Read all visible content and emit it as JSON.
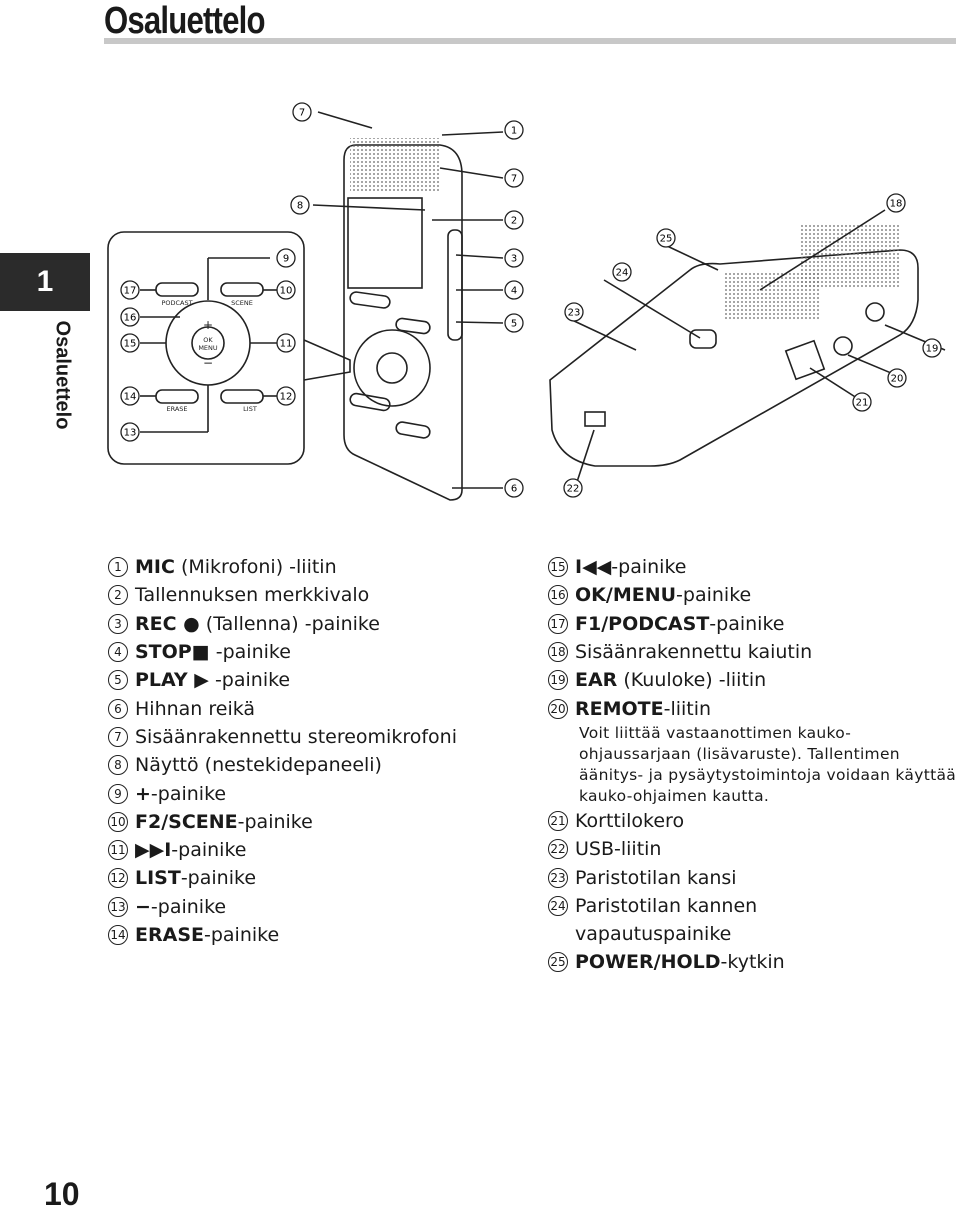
{
  "page": {
    "title": "Osaluettelo",
    "tab_number": "1",
    "tab_label": "Osaluettelo",
    "page_number": "10"
  },
  "figure": {
    "callouts": [
      "7",
      "1",
      "7",
      "8",
      "2",
      "9",
      "3",
      "10",
      "4",
      "17",
      "16",
      "5",
      "11",
      "15",
      "14",
      "12",
      "13",
      "6",
      "18",
      "25",
      "24",
      "23",
      "19",
      "20",
      "21",
      "22"
    ],
    "button_labels": {
      "podcast": "PODCAST",
      "scene": "SCENE",
      "erase": "ERASE",
      "list": "LIST",
      "ok": "OK",
      "menu": "MENU",
      "plus": "+",
      "minus": "−"
    }
  },
  "legend_left": [
    {
      "n": "1",
      "bold": "MIC",
      "text": " (Mikrofoni) -liitin"
    },
    {
      "n": "2",
      "bold": "",
      "text": "Tallennuksen merkkivalo"
    },
    {
      "n": "3",
      "bold": "REC ●",
      "text": " (Tallenna) -painike"
    },
    {
      "n": "4",
      "bold": "STOP■",
      "text": " -painike"
    },
    {
      "n": "5",
      "bold": "PLAY ▶",
      "text": " -painike"
    },
    {
      "n": "6",
      "bold": "",
      "text": "Hihnan reikä"
    },
    {
      "n": "7",
      "bold": "",
      "text": "Sisäänrakennettu stereomikrofoni"
    },
    {
      "n": "8",
      "bold": "",
      "text": "Näyttö (nestekidepaneeli)"
    },
    {
      "n": "9",
      "bold": "+",
      "text": "-painike"
    },
    {
      "n": "10",
      "bold": "F2/SCENE",
      "text": "-painike"
    },
    {
      "n": "11",
      "bold": "▶▶I",
      "text": "-painike"
    },
    {
      "n": "12",
      "bold": "LIST",
      "text": "-painike"
    },
    {
      "n": "13",
      "bold": "−",
      "text": "-painike"
    },
    {
      "n": "14",
      "bold": "ERASE",
      "text": "-painike"
    }
  ],
  "legend_right": [
    {
      "n": "15",
      "bold": "I◀◀",
      "text": "-painike"
    },
    {
      "n": "16",
      "bold": "OK/MENU",
      "text": "-painike"
    },
    {
      "n": "17",
      "bold": "F1/PODCAST",
      "text": "-painike"
    },
    {
      "n": "18",
      "bold": "",
      "text": "Sisäänrakennettu kaiutin"
    },
    {
      "n": "19",
      "bold": "EAR",
      "text": " (Kuuloke) -liitin"
    },
    {
      "n": "20",
      "bold": "REMOTE",
      "text": "-liitin"
    }
  ],
  "remote_note": "Voit liittää vastaanottimen kauko-ohjaussarjaan (lisävaruste). Tallentimen äänitys- ja pysäytystoimintoja voidaan käyttää kauko-ohjaimen kautta.",
  "legend_right2": [
    {
      "n": "21",
      "bold": "",
      "text": "Korttilokero"
    },
    {
      "n": "22",
      "bold": "",
      "text": "USB-liitin"
    },
    {
      "n": "23",
      "bold": "",
      "text": "Paristotilan kansi"
    },
    {
      "n": "24",
      "bold": "",
      "text": "Paristotilan kannen"
    },
    {
      "n": "",
      "bold": "",
      "text": "vapautuspainike"
    },
    {
      "n": "25",
      "bold": "POWER/HOLD",
      "text": "-kytkin"
    }
  ]
}
